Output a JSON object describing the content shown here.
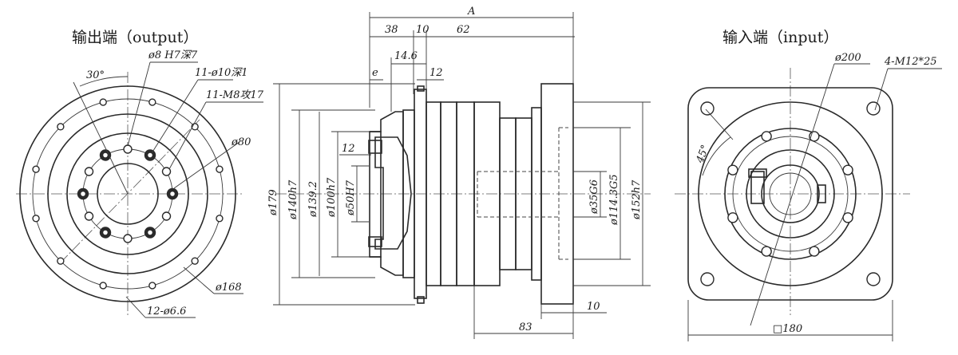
{
  "views": {
    "output": {
      "title": "输出端（output）"
    },
    "side": {},
    "input": {
      "title": "输入端（input）"
    }
  },
  "labels": {
    "out_angle": "30°",
    "out_hole_8": "ø8 H7深7",
    "out_hole_10": "11-ø10深1",
    "out_thread": "11-M8攻17",
    "out_dia80": "ø80",
    "out_dia168": "ø168",
    "out_holes_66": "12-ø6.6",
    "side_A": "A",
    "side_38": "38",
    "side_10a": "10",
    "side_62": "62",
    "side_146": "14.6",
    "side_e": "e",
    "side_12a": "12",
    "side_12b": "12",
    "side_179": "ø179",
    "side_140": "ø140h7",
    "side_139": "ø139.2",
    "side_100": "ø100h7",
    "side_50": "ø50H7",
    "side_35": "ø35G6",
    "side_114": "ø114.3G5",
    "side_152": "ø152h7",
    "side_10b": "10",
    "side_83": "83",
    "in_dia200": "ø200",
    "in_thread": "4-M12*25",
    "in_angle": "45°",
    "in_square": "□180"
  },
  "colors": {
    "line": "#2a2a2a",
    "background": "#ffffff"
  }
}
